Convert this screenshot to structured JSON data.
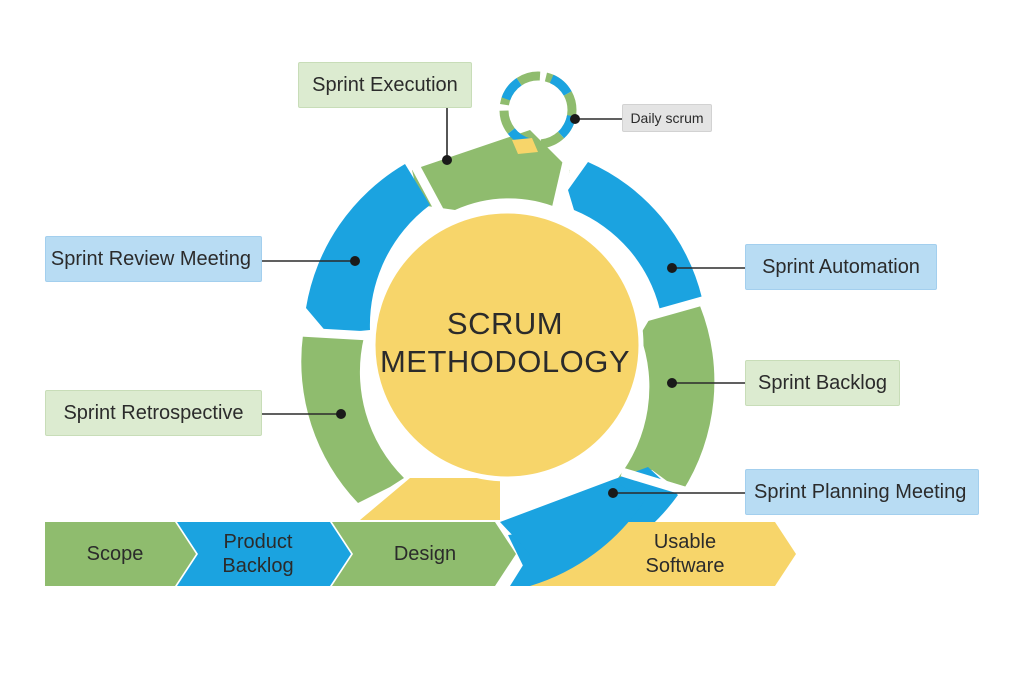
{
  "center": {
    "line1": "SCRUM",
    "line2": "METHODOLOGY"
  },
  "labels": {
    "sprint_execution": "Sprint Execution",
    "daily_scrum": "Daily scrum",
    "sprint_review_meeting": "Sprint Review Meeting",
    "sprint_automation": "Sprint Automation",
    "sprint_backlog": "Sprint Backlog",
    "sprint_retrospective": "Sprint Retrospective",
    "sprint_planning_meeting": "Sprint Planning Meeting"
  },
  "flow": {
    "scope": "Scope",
    "product_backlog": {
      "line1": "Product",
      "line2": "Backlog"
    },
    "design": "Design",
    "usable_software": {
      "line1": "Usable",
      "line2": "Software"
    }
  },
  "colors": {
    "green": "#8fbc6e",
    "blue": "#1ba3e0",
    "yellow": "#f7d56a",
    "label_green": "#dcebd0",
    "label_blue": "#b8dcf3",
    "label_gray": "#e4e4e4",
    "text": "#2b2b2b"
  }
}
